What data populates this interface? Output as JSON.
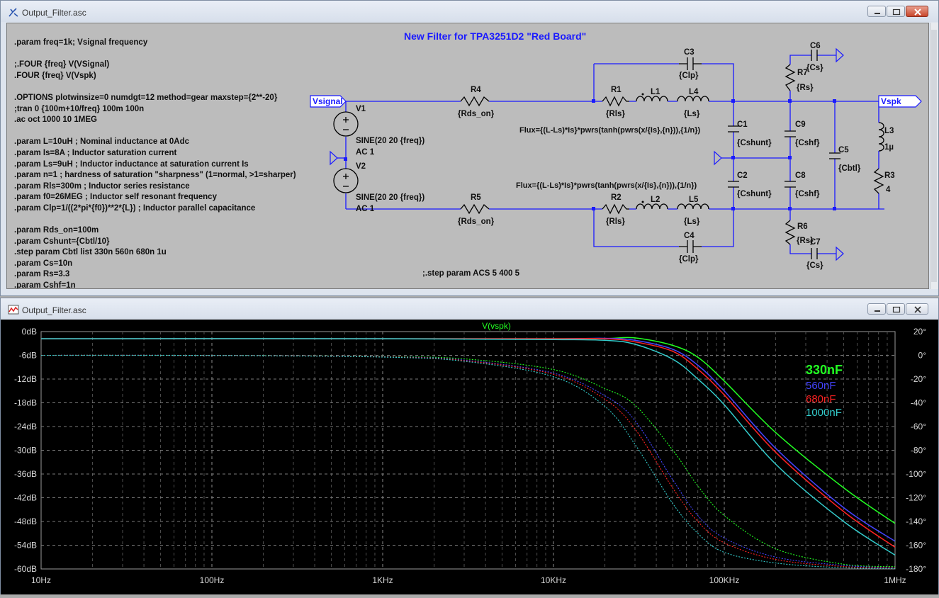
{
  "schematic_window": {
    "title": "Output_Filter.asc",
    "diagram_title": "New Filter for TPA3251D2 \"Red Board\"",
    "netlist_lines": [
      ".param freq=1k; Vsignal frequency",
      "",
      ";.FOUR {freq} V(VSignal)",
      ".FOUR {freq} V(Vspk)",
      "",
      ".OPTIONS plotwinsize=0 numdgt=12 method=gear maxstep={2**-20}",
      ";tran 0 {100m+10/freq} 100m 100n",
      ".ac oct 1000 10 1MEG",
      "",
      ".param L=10uH ; Nominal inductance at 0Adc",
      ".param Is=8A ; Inductor saturation current",
      ".param Ls=9uH ; Inductor inductance at saturation current Is",
      ".param n=1 ; hardness of saturation \"sharpness\" (1=normal, >1=sharper)",
      ".param Rls=300m ; Inductor series resistance",
      ".param f0=26MEG ; Inductor self resonant frequency",
      ".param Clp=1/((2*pi*{f0})**2*{L}) ; Inductor parallel capacitance",
      "",
      ".param Rds_on=100m",
      ".param Cshunt={Cbtl/10}",
      ".step param Cbtl list 330n 560n 680n 1u",
      ".param Cs=10n",
      ".param Rs=3.3",
      ".param Cshf=1n"
    ],
    "step_comment": ";.step param ACS 5 400 5",
    "flux_expr": "Flux={(L-Ls)*Is}*pwrs(tanh(pwrs(x/{Is},{n})),{1/n})",
    "net_labels": {
      "vsignal": "Vsignal",
      "vspk": "Vspk"
    },
    "components": {
      "V1": {
        "ref": "V1",
        "value": "SINE(20 20 {freq})",
        "ac": "AC 1"
      },
      "V2": {
        "ref": "V2",
        "value": "SINE(20 20 {freq})",
        "ac": "AC 1"
      },
      "R4": {
        "ref": "R4",
        "value": "{Rds_on}"
      },
      "R5": {
        "ref": "R5",
        "value": "{Rds_on}"
      },
      "R1": {
        "ref": "R1",
        "value": "{Rls}"
      },
      "R2": {
        "ref": "R2",
        "value": "{Rls}"
      },
      "L1": {
        "ref": "L1"
      },
      "L2": {
        "ref": "L2"
      },
      "L4": {
        "ref": "L4",
        "value": "{Ls}"
      },
      "L5": {
        "ref": "L5",
        "value": "{Ls}"
      },
      "C3": {
        "ref": "C3",
        "value": "{Clp}"
      },
      "C4": {
        "ref": "C4",
        "value": "{Clp}"
      },
      "C1": {
        "ref": "C1",
        "value": "{Cshunt}"
      },
      "C2": {
        "ref": "C2",
        "value": "{Cshunt}"
      },
      "C9": {
        "ref": "C9",
        "value": "{Cshf}"
      },
      "C8": {
        "ref": "C8",
        "value": "{Cshf}"
      },
      "C5": {
        "ref": "C5",
        "value": "{Cbtl}"
      },
      "C6": {
        "ref": "C6",
        "value": "{Cs}"
      },
      "C7": {
        "ref": "C7",
        "value": "{Cs}"
      },
      "R7": {
        "ref": "R7",
        "value": "{Rs}"
      },
      "R6": {
        "ref": "R6",
        "value": "{Rs}"
      },
      "L3": {
        "ref": "L3",
        "value": "1µ"
      },
      "R3": {
        "ref": "R3",
        "value": "4"
      }
    }
  },
  "plot_window": {
    "title": "Output_Filter.asc"
  },
  "chart_data": {
    "type": "line",
    "title": "V(vspk)",
    "x_scale": "log",
    "xlim": [
      10,
      1000000
    ],
    "x_ticks": [
      "10Hz",
      "100Hz",
      "1KHz",
      "10KHz",
      "100KHz",
      "1MHz"
    ],
    "y_left_ticks": [
      "0dB",
      "-6dB",
      "-12dB",
      "-18dB",
      "-24dB",
      "-30dB",
      "-36dB",
      "-42dB",
      "-48dB",
      "-54dB",
      "-60dB"
    ],
    "ylim_left": [
      -60,
      0
    ],
    "y_right_ticks": [
      "20°",
      "0°",
      "-20°",
      "-40°",
      "-60°",
      "-80°",
      "-100°",
      "-120°",
      "-140°",
      "-160°",
      "-180°"
    ],
    "ylim_right": [
      -180,
      20
    ],
    "grid": true,
    "legend_position": "top-right",
    "series": [
      {
        "name": "330nF",
        "color": "#22ff22",
        "magnitude_db": {
          "x": [
            10,
            1000,
            10000,
            20000,
            30000,
            50000,
            70000,
            100000,
            200000,
            500000,
            1000000
          ],
          "y": [
            -1.8,
            -1.8,
            -1.8,
            -1.75,
            -1.6,
            -3.5,
            -6.5,
            -12.5,
            -25.5,
            -39.5,
            -48.5
          ]
        },
        "phase_deg": {
          "x": [
            10,
            100,
            1000,
            3000,
            10000,
            20000,
            30000,
            50000,
            70000,
            100000,
            200000,
            500000,
            1000000
          ],
          "y": [
            0,
            -0.1,
            -1,
            -3,
            -12,
            -28,
            -42,
            -80,
            -110,
            -135,
            -163,
            -176,
            -178
          ]
        }
      },
      {
        "name": "560nF",
        "color": "#4444ff",
        "magnitude_db": {
          "x": [
            10,
            1000,
            10000,
            20000,
            30000,
            50000,
            70000,
            100000,
            200000,
            500000,
            1000000
          ],
          "y": [
            -1.8,
            -1.8,
            -1.8,
            -1.7,
            -2.2,
            -4.5,
            -8.5,
            -15,
            -29.5,
            -44.5,
            -53
          ]
        },
        "phase_deg": {
          "x": [
            10,
            100,
            1000,
            3000,
            10000,
            20000,
            30000,
            50000,
            70000,
            100000,
            200000,
            500000,
            1000000
          ],
          "y": [
            0,
            -0.1,
            -1.2,
            -4,
            -15,
            -34,
            -55,
            -105,
            -135,
            -154,
            -170,
            -177,
            -179
          ]
        }
      },
      {
        "name": "680nF",
        "color": "#ff2222",
        "magnitude_db": {
          "x": [
            10,
            1000,
            10000,
            20000,
            30000,
            50000,
            70000,
            100000,
            200000,
            500000,
            1000000
          ],
          "y": [
            -1.8,
            -1.8,
            -1.8,
            -1.8,
            -2.6,
            -5,
            -9.5,
            -16,
            -30.5,
            -45.5,
            -54.5
          ]
        },
        "phase_deg": {
          "x": [
            10,
            100,
            1000,
            3000,
            10000,
            20000,
            30000,
            50000,
            70000,
            100000,
            200000,
            500000,
            1000000
          ],
          "y": [
            0,
            -0.1,
            -1.3,
            -4.5,
            -16,
            -37,
            -62,
            -112,
            -140,
            -158,
            -172,
            -178,
            -179
          ]
        }
      },
      {
        "name": "1000nF",
        "color": "#33cccc",
        "magnitude_db": {
          "x": [
            10,
            1000,
            10000,
            20000,
            30000,
            50000,
            70000,
            100000,
            200000,
            500000,
            1000000
          ],
          "y": [
            -1.8,
            -1.8,
            -2,
            -2.2,
            -3.2,
            -7,
            -12,
            -18.5,
            -33.5,
            -48,
            -56.5
          ]
        },
        "phase_deg": {
          "x": [
            10,
            100,
            1000,
            3000,
            10000,
            20000,
            30000,
            50000,
            70000,
            100000,
            200000,
            500000,
            1000000
          ],
          "y": [
            0,
            -0.1,
            -1.5,
            -5,
            -18,
            -43,
            -75,
            -125,
            -150,
            -166,
            -175,
            -179,
            -179.5
          ]
        }
      }
    ]
  }
}
